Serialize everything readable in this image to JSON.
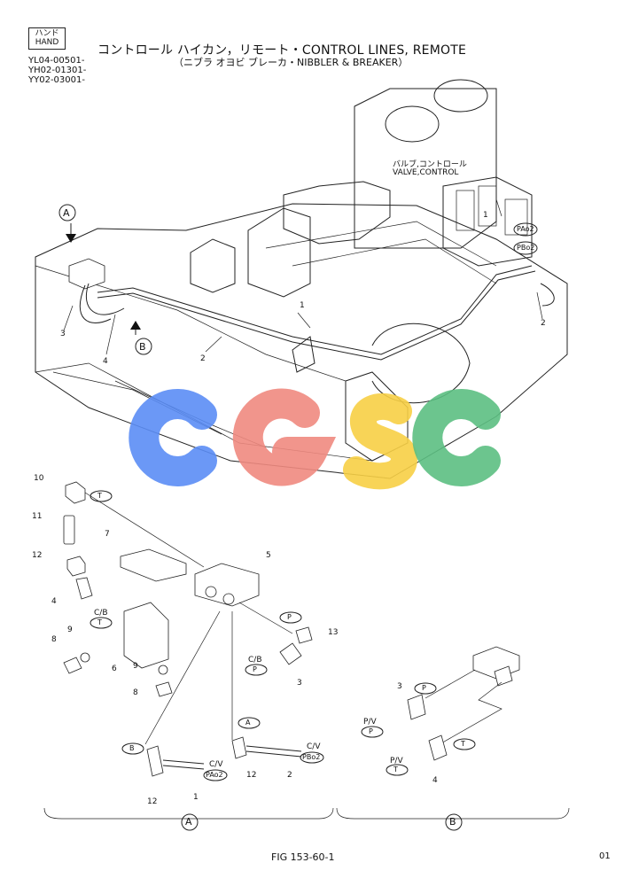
{
  "header": {
    "hand_jp": "ハンド",
    "hand_en": "HAND",
    "serials": [
      "YL04-00501-",
      "YH02-01301-",
      "YY02-03001-"
    ],
    "title": "コントロール ハイカン，リモート・CONTROL LINES, REMOTE",
    "subtitle": "（ニブラ オヨビ ブレーカ・NIBBLER & BREAKER）"
  },
  "labels": {
    "valve_jp": "バルブ,コントロール",
    "valve_en": "VALVE,CONTROL",
    "pa02": "PAo2",
    "pb02": "PBo2",
    "view_a": "A",
    "view_b": "B",
    "t": "T",
    "p": "P",
    "cb": "C/B",
    "cv": "C/V",
    "pv": "P/V"
  },
  "callouts": {
    "n1": "1",
    "n2": "2",
    "n3": "3",
    "n4": "4",
    "n5": "5",
    "n6": "6",
    "n7": "7",
    "n8": "8",
    "n9": "9",
    "n10": "10",
    "n11": "11",
    "n12": "12",
    "n13": "13"
  },
  "watermark": {
    "letters": [
      "C",
      "G",
      "S",
      "C"
    ],
    "colors": [
      "#5b8df5",
      "#f08a80",
      "#f7cf45",
      "#5cbf82"
    ]
  },
  "footer": {
    "figure": "FIG 153-60-1",
    "page": "01"
  }
}
